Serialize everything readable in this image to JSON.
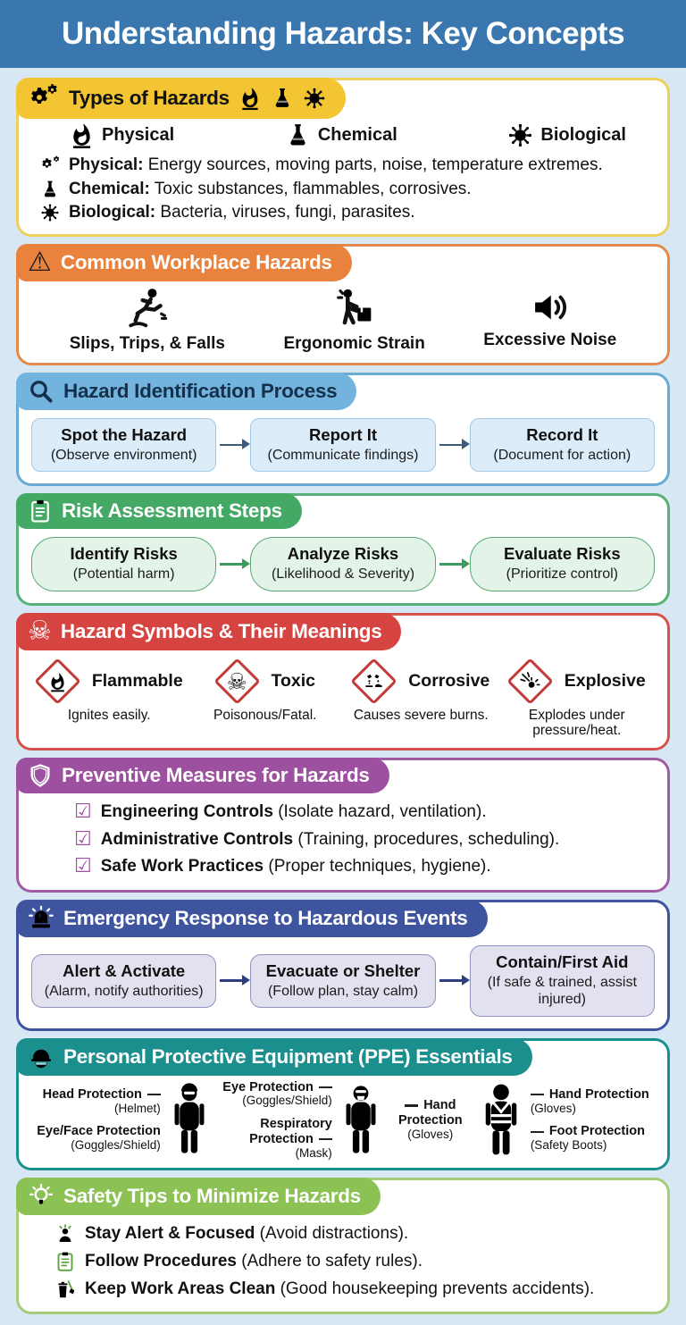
{
  "header": {
    "title": "Understanding Hazards: Key Concepts"
  },
  "icons": {
    "warning_glyph": "⚠",
    "skull_glyph": "☠",
    "checkbox_glyph": "☑"
  },
  "colors": {
    "page_bg": "#d7e8f4",
    "header_band": "#3a77ae",
    "types_yellow": "#f3c532",
    "workplace_orange": "#e8823c",
    "identification_blue": "#72b4de",
    "risk_green": "#45a966",
    "symbols_red": "#d64441",
    "preventive_purple": "#9c509f",
    "emergency_indigo": "#3f549f",
    "ppe_teal": "#1b8e8e",
    "tips_green": "#8cc153",
    "ghs_diamond_border": "#c23b38"
  },
  "sections": {
    "types": {
      "title": "Types of Hazards",
      "items": [
        {
          "label": "Physical"
        },
        {
          "label": "Chemical"
        },
        {
          "label": "Biological"
        }
      ],
      "bullets": [
        {
          "term": "Physical:",
          "desc": " Energy sources, moving parts, noise, temperature extremes."
        },
        {
          "term": "Chemical:",
          "desc": " Toxic substances, flammables, corrosives."
        },
        {
          "term": "Biological:",
          "desc": " Bacteria, viruses, fungi, parasites."
        }
      ]
    },
    "workplace": {
      "title": "Common Workplace Hazards",
      "items": [
        {
          "label": "Slips, Trips, & Falls"
        },
        {
          "label": "Ergonomic Strain"
        },
        {
          "label": "Excessive Noise"
        }
      ]
    },
    "identification": {
      "title": "Hazard Identification Process",
      "steps": [
        {
          "title": "Spot the Hazard",
          "sub": "(Observe environment)"
        },
        {
          "title": "Report It",
          "sub": "(Communicate findings)"
        },
        {
          "title": "Record It",
          "sub": "(Document for action)"
        }
      ]
    },
    "risk": {
      "title": "Risk Assessment Steps",
      "steps": [
        {
          "title": "Identify Risks",
          "sub": "(Potential harm)"
        },
        {
          "title": "Analyze Risks",
          "sub": "(Likelihood & Severity)"
        },
        {
          "title": "Evaluate Risks",
          "sub": "(Prioritize control)"
        }
      ]
    },
    "symbols": {
      "title": "Hazard Symbols & Their Meanings",
      "items": [
        {
          "label": "Flammable",
          "desc": "Ignites easily."
        },
        {
          "label": "Toxic",
          "desc": "Poisonous/Fatal."
        },
        {
          "label": "Corrosive",
          "desc": "Causes severe burns."
        },
        {
          "label": "Explosive",
          "desc": "Explodes under pressure/heat."
        }
      ]
    },
    "preventive": {
      "title": "Preventive Measures for Hazards",
      "bullets": [
        {
          "term": "Engineering Controls",
          "desc": " (Isolate hazard, ventilation)."
        },
        {
          "term": "Administrative Controls",
          "desc": " (Training, procedures, scheduling)."
        },
        {
          "term": "Safe Work Practices",
          "desc": " (Proper techniques, hygiene)."
        }
      ]
    },
    "emergency": {
      "title": "Emergency Response to Hazardous Events",
      "steps": [
        {
          "title": "Alert & Activate",
          "sub": "(Alarm, notify authorities)"
        },
        {
          "title": "Evacuate or Shelter",
          "sub": "(Follow plan, stay calm)"
        },
        {
          "title": "Contain/First Aid",
          "sub": "(If safe & trained, assist injured)"
        }
      ]
    },
    "ppe": {
      "title": "Personal Protective Equipment (PPE) Essentials",
      "labels": [
        {
          "title": "Head Protection",
          "sub": "(Helmet)"
        },
        {
          "title": "Eye/Face Protection",
          "sub": "(Goggles/Shield)"
        },
        {
          "title": "Eye Protection",
          "sub": "(Goggles/Shield)"
        },
        {
          "title": "Respiratory Protection",
          "sub": "(Mask)"
        },
        {
          "title": "Hand Protection",
          "sub": "(Gloves)"
        },
        {
          "title": "Hand Protection",
          "sub": "(Gloves)"
        },
        {
          "title": "Foot Protection",
          "sub": "(Safety Boots)"
        }
      ]
    },
    "tips": {
      "title": "Safety Tips to Minimize Hazards",
      "bullets": [
        {
          "term": "Stay Alert & Focused",
          "desc": " (Avoid distractions)."
        },
        {
          "term": "Follow Procedures",
          "desc": " (Adhere to safety rules)."
        },
        {
          "term": "Keep Work Areas Clean",
          "desc": " (Good housekeeping prevents accidents)."
        }
      ]
    }
  }
}
